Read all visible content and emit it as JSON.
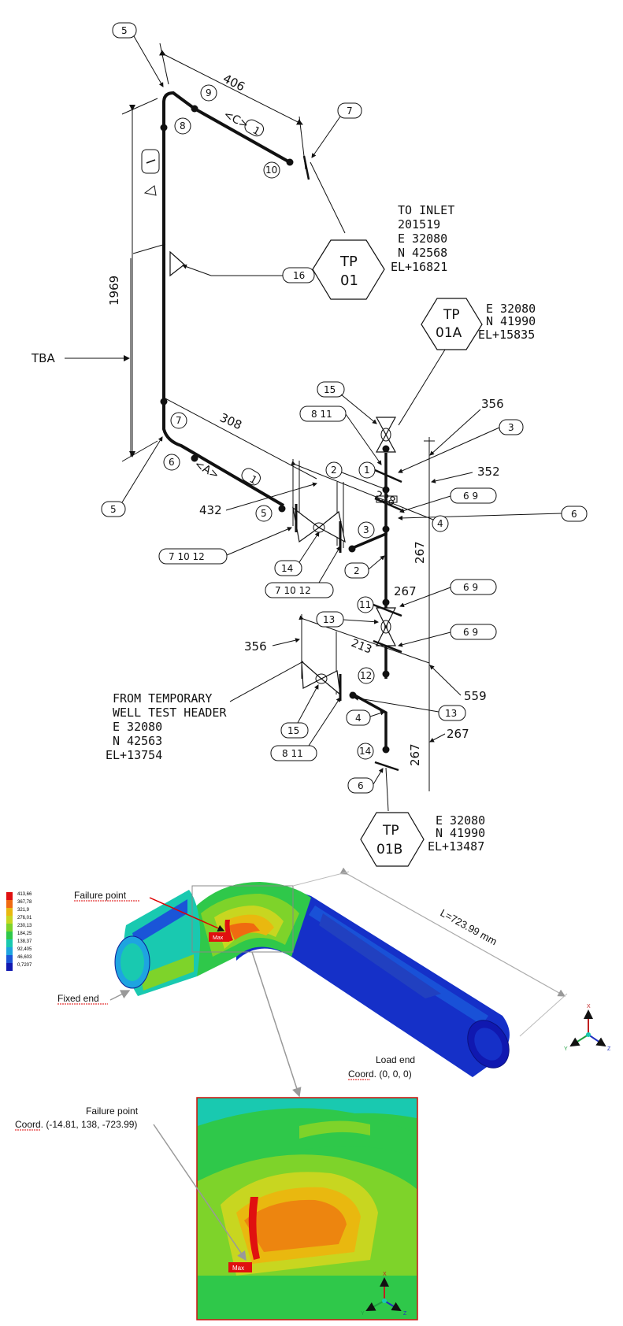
{
  "isometric": {
    "top_dimension": "406",
    "vertical_dimension": "1969",
    "tba_label": "TBA",
    "segment_c_label": "<C>",
    "segment_a_label": "<A>",
    "segment_index": "1",
    "dim_308": "308",
    "dim_432": "432",
    "dim_238": "238",
    "dim_267": "267",
    "dim_356": "356",
    "dim_352": "352",
    "dim_213": "213",
    "dim_559": "559",
    "tp01": {
      "line1": "TP",
      "line2": "01"
    },
    "tp01a": {
      "line1": "TP",
      "line2": "01A"
    },
    "tp01b": {
      "line1": "TP",
      "line2": "01B"
    },
    "inlet_note": [
      "TO INLET",
      "201519",
      " E  32080",
      " N  42568",
      "EL+16821"
    ],
    "tp01a_coords": [
      "E  32080",
      "N  41990",
      "EL+15835"
    ],
    "tp01b_coords": [
      "E  32080",
      "N  41990",
      "EL+13487"
    ],
    "header_note": [
      "FROM TEMPORARY",
      "WELL TEST HEADER",
      " E  32080",
      " N  42563",
      "EL+13754"
    ],
    "callouts": {
      "c5": "5",
      "c7": "7",
      "c16": "16",
      "c15": "15",
      "c8_11": "8 11",
      "c3": "3",
      "c6_9": "6 9",
      "c6": "6",
      "c7_10_12": "7 10 12",
      "c14": "14",
      "c13": "13",
      "c4": "4",
      "c2": "2"
    },
    "nodes": [
      "1",
      "2",
      "3",
      "4",
      "5",
      "6",
      "7",
      "8",
      "9",
      "10",
      "11",
      "12",
      "13",
      "14"
    ]
  },
  "fea": {
    "legend_values": [
      "413,66",
      "367,78",
      "321,9",
      "276,01",
      "230,13",
      "184,25",
      "138,37",
      "92,405",
      "46,603",
      "0,7207"
    ],
    "failure_point_label": "Failure point",
    "fixed_end_label": "Fixed end",
    "load_end_label": "Load end",
    "load_end_coord": "Coord. (0, 0, 0)",
    "length_label": "L=723.99 mm",
    "max_tag": "Max",
    "zoom_failure_label": "Failure point",
    "zoom_failure_coord": "Coord. (-14.81, 138, -723.99)",
    "axis_x": "X",
    "axis_y": "Y",
    "axis_z": "Z",
    "colors": {
      "c413": "#e01010",
      "c367": "#f06a10",
      "c321": "#e9b80f",
      "c276": "#c8d620",
      "c230": "#7ed32a",
      "c184": "#2fc84a",
      "c138": "#19c9b0",
      "c92": "#1ea4e0",
      "c46": "#1a55d8",
      "c0": "#1018b0"
    }
  }
}
